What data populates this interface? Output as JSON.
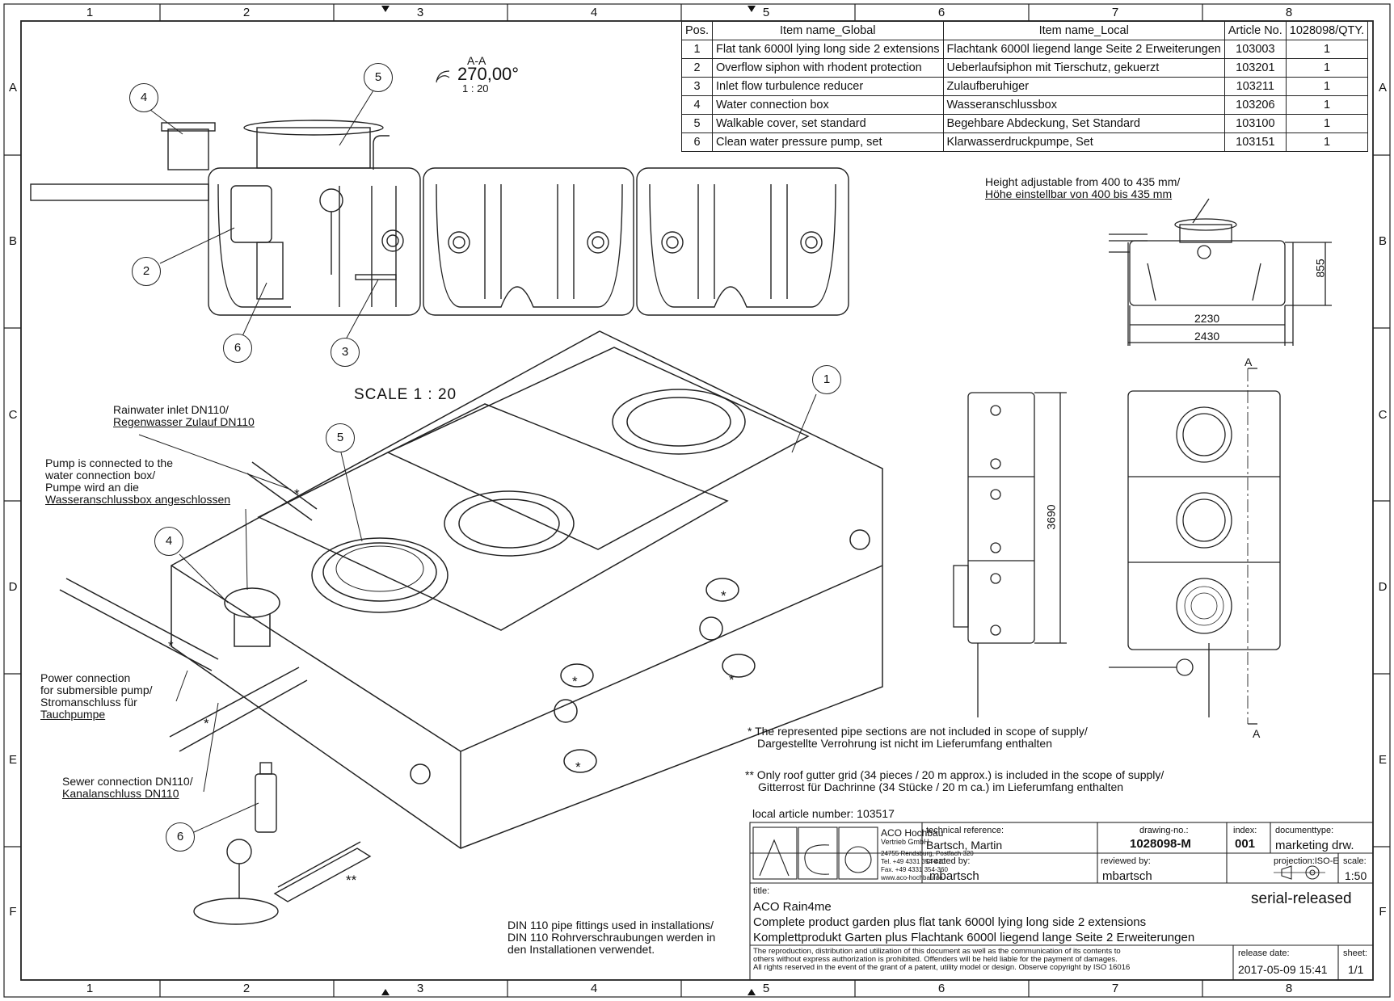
{
  "border": {
    "columns": [
      "1",
      "2",
      "3",
      "4",
      "5",
      "6",
      "7",
      "8"
    ],
    "rows": [
      "A",
      "B",
      "C",
      "D",
      "E",
      "F"
    ]
  },
  "bom": {
    "headers": [
      "Pos.",
      "Item name_Global",
      "Item name_Local",
      "Article No.",
      "1028098/QTY."
    ],
    "rows": [
      {
        "pos": "1",
        "global": "Flat tank 6000l lying long side 2 extensions",
        "local": "Flachtank 6000l liegend lange Seite 2 Erweiterungen",
        "article": "103003",
        "qty": "1"
      },
      {
        "pos": "2",
        "global": "Overflow siphon with rhodent protection",
        "local": "Ueberlaufsiphon mit Tierschutz, gekuerzt",
        "article": "103201",
        "qty": "1"
      },
      {
        "pos": "3",
        "global": "Inlet flow turbulence reducer",
        "local": "Zulaufberuhiger",
        "article": "103211",
        "qty": "1"
      },
      {
        "pos": "4",
        "global": "Water connection box",
        "local": "Wasseranschlussbox",
        "article": "103206",
        "qty": "1"
      },
      {
        "pos": "5",
        "global": "Walkable cover, set standard",
        "local": "Begehbare Abdeckung, Set Standard",
        "article": "103100",
        "qty": "1"
      },
      {
        "pos": "6",
        "global": "Clean water pressure pump, set",
        "local": "Klarwasserdruckpumpe, Set",
        "article": "103151",
        "qty": "1"
      }
    ]
  },
  "section": {
    "name": "A-A",
    "angle": "270,00°",
    "scale": "1 : 20"
  },
  "scale_label": "SCALE 1 : 20",
  "side_view": {
    "note_line1": "Height adjustable from 400 to 435 mm/",
    "note_line2": "Höhe einstellbar von 400 bis 435 mm",
    "dim_height": "855",
    "dim_inner": "2230",
    "dim_outer": "2430"
  },
  "plan_view": {
    "dim_length": "3690",
    "section_mark": "A"
  },
  "annotations": {
    "rain_inlet_1": "Rainwater inlet DN110/",
    "rain_inlet_2": "Regenwasser Zulauf DN110",
    "pump_1": "Pump is connected to the",
    "pump_2": "water connection box/",
    "pump_3": "Pumpe wird an die",
    "pump_4": "Wasseranschlussbox angeschlossen",
    "power_1": "Power connection",
    "power_2": "for submersible pump/",
    "power_3": "Stromanschluss für",
    "power_4": "Tauchpumpe",
    "sewer_1": "Sewer connection DN110/",
    "sewer_2": "Kanalanschluss DN110",
    "din_1": "DIN 110 pipe fittings used in installations/",
    "din_2": "DIN 110 Rohrverschraubungen werden in",
    "din_3": "den Installationen verwendet.",
    "star_note_1": "The represented pipe sections are not included in scope of supply/",
    "star_note_2": "Dargestellte Verrohrung ist nicht im Lieferumfang enthalten",
    "dstar_note_1": "Only roof gutter grid (34 pieces / 20 m approx.) is included in the scope of supply/",
    "dstar_note_2": "Gitterrost für Dachrinne (34 Stücke / 20 m ca.) im Lieferumfang enthalten",
    "local_article": "local article number: 103517"
  },
  "title_block": {
    "company": "ACO Hochbau",
    "company_sub": "Vertrieb GmbH",
    "address_1": "24755 Rendsburg, Postfach 320",
    "address_2": "Tel. +49 4331 354-410",
    "address_3": "Fax. +49 4331 354-360",
    "address_4": "www.aco-hochbau.de",
    "tech_ref_label": "technical reference:",
    "tech_ref": "Bartsch, Martin",
    "drawing_no_label": "drawing-no.:",
    "drawing_no": "1028098-M",
    "index_label": "index:",
    "index": "001",
    "doctype_label": "documenttype:",
    "doctype": "marketing drw.",
    "created_label": "created by:",
    "created": "mbartsch",
    "reviewed_label": "reviewed by:",
    "reviewed": "mbartsch",
    "projection_label": "projection:ISO-E",
    "scale_label": "scale:",
    "scale": "1:50",
    "title_label": "title:",
    "title_1": "ACO Rain4me",
    "title_2": "Complete product garden plus flat tank 6000l lying long side 2 extensions",
    "title_3": "Komplettprodukt Garten plus Flachtank 6000l liegend lange Seite 2 Erweiterungen",
    "status": "serial-released",
    "legal_1": "The reproduction, distribution and utilization of this document as well as the communication of its contents to",
    "legal_2": "others without express authorization is prohibited. Offenders will be held liable for the payment of damages.",
    "legal_3": "All rights reserved in the event of the grant of a patent, utility model or design. Observe copyright by ISO 16016",
    "release_label": "release date:",
    "release": "2017-05-09 15:41",
    "sheet_label": "sheet:",
    "sheet": "1/1"
  }
}
